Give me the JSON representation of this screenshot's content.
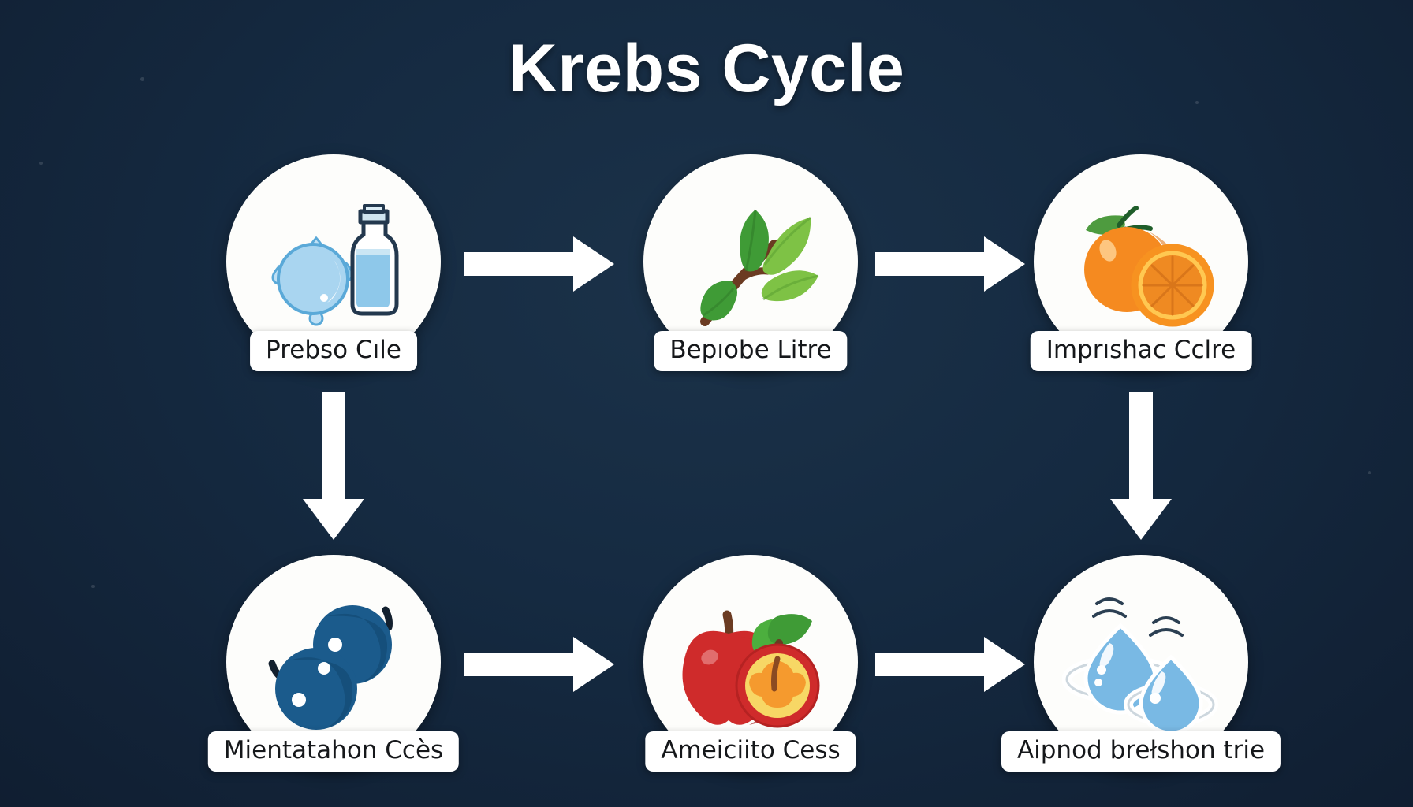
{
  "title": "Krebs Cycle",
  "theme": {
    "background": "#152a41",
    "node_fill": "#fdfdfb",
    "arrow_color": "#ffffff",
    "title_color": "#ffffff",
    "label_bg": "#ffffff",
    "label_text": "#15171a"
  },
  "nodes": [
    {
      "id": "node-1",
      "label": "Prebso Cıle",
      "icon": "water-droplet-and-bottle-icon",
      "row": 1,
      "col": 1
    },
    {
      "id": "node-2",
      "label": "Bepıobe Litre",
      "icon": "green-leafy-branch-icon",
      "row": 1,
      "col": 2
    },
    {
      "id": "node-3",
      "label": "Imprıshac Cclre",
      "icon": "orange-fruit-and-slice-icon",
      "row": 1,
      "col": 3
    },
    {
      "id": "node-4",
      "label": "Mientatahon Ccѐs",
      "icon": "blue-berry-spheres-icon",
      "row": 2,
      "col": 1
    },
    {
      "id": "node-5",
      "label": "Ameiciito Cess",
      "icon": "red-apple-and-halved-apple-icon",
      "row": 2,
      "col": 2
    },
    {
      "id": "node-6",
      "label": "Aipnod brełshon trie",
      "icon": "blue-water-bubbles-icon",
      "row": 2,
      "col": 3
    }
  ],
  "arrows": [
    {
      "id": "arrow-1-to-2",
      "direction": "right",
      "from": "node-1",
      "to": "node-2"
    },
    {
      "id": "arrow-2-to-3",
      "direction": "right",
      "from": "node-2",
      "to": "node-3"
    },
    {
      "id": "arrow-1-to-4",
      "direction": "down",
      "from": "node-1",
      "to": "node-4"
    },
    {
      "id": "arrow-3-to-6",
      "direction": "down",
      "from": "node-3",
      "to": "node-6"
    },
    {
      "id": "arrow-4-to-5",
      "direction": "right",
      "from": "node-4",
      "to": "node-5"
    },
    {
      "id": "arrow-5-to-6",
      "direction": "right",
      "from": "node-5",
      "to": "node-6"
    }
  ]
}
